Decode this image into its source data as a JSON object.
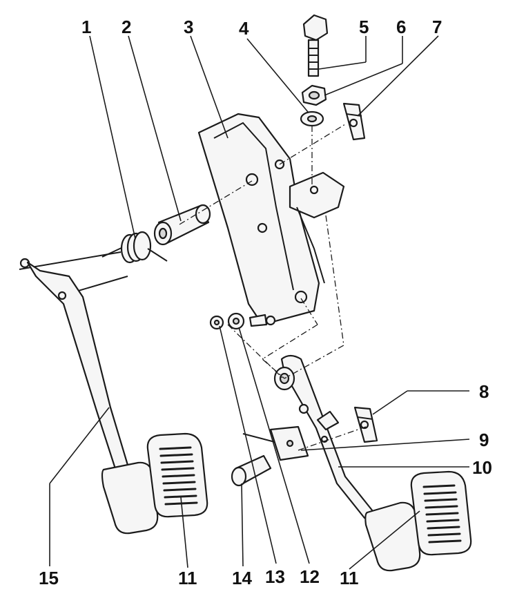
{
  "labels": {
    "l1": "1",
    "l2": "2",
    "l3": "3",
    "l4": "4",
    "l5": "5",
    "l6": "6",
    "l7": "7",
    "l8": "8",
    "l9": "9",
    "l10": "10",
    "l11a": "11",
    "l11b": "11",
    "l12": "12",
    "l13": "13",
    "l14": "14",
    "l15": "15"
  }
}
